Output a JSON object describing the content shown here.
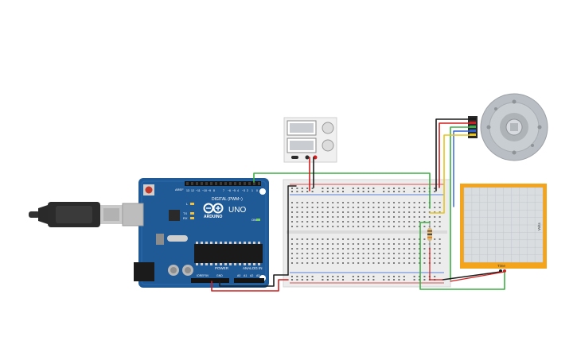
{
  "canvas": {
    "background": "#ffffff"
  },
  "arduino": {
    "brand": "ARDUINO",
    "model": "UNO",
    "digital_label": "DIGITAL (PWM~)",
    "power_label": "POWER",
    "analog_label": "ANALOG IN",
    "aref_label": "AREF",
    "gnd_label": "GND",
    "tx_label": "TX",
    "rx_label": "RX",
    "on_label": "ON",
    "l_label": "L",
    "board_color": "#1f5a96",
    "icon": "arduino-infinity-logo"
  },
  "power_supply": {
    "icon": "power-supply-icon",
    "body_color": "#f0f0f0"
  },
  "breadboard": {
    "icon": "breadboard-icon",
    "body_color": "#ececec"
  },
  "motor": {
    "icon": "dc-motor-encoder-icon",
    "body_color": "#b9bec4"
  },
  "oscilloscope": {
    "icon": "oscilloscope-icon",
    "frame_color": "#f3a41b",
    "screen_color": "#d9dde0",
    "time_label": "Time",
    "volt_label": "Volts"
  },
  "resistor": {
    "icon": "resistor-icon"
  },
  "usb": {
    "icon": "usb-cable-icon"
  },
  "wire_colors": {
    "red": "#d11f1f",
    "black": "#1c1c1c",
    "green": "#3fae45",
    "yellow": "#e8c51d",
    "blue": "#2d5fd1"
  }
}
